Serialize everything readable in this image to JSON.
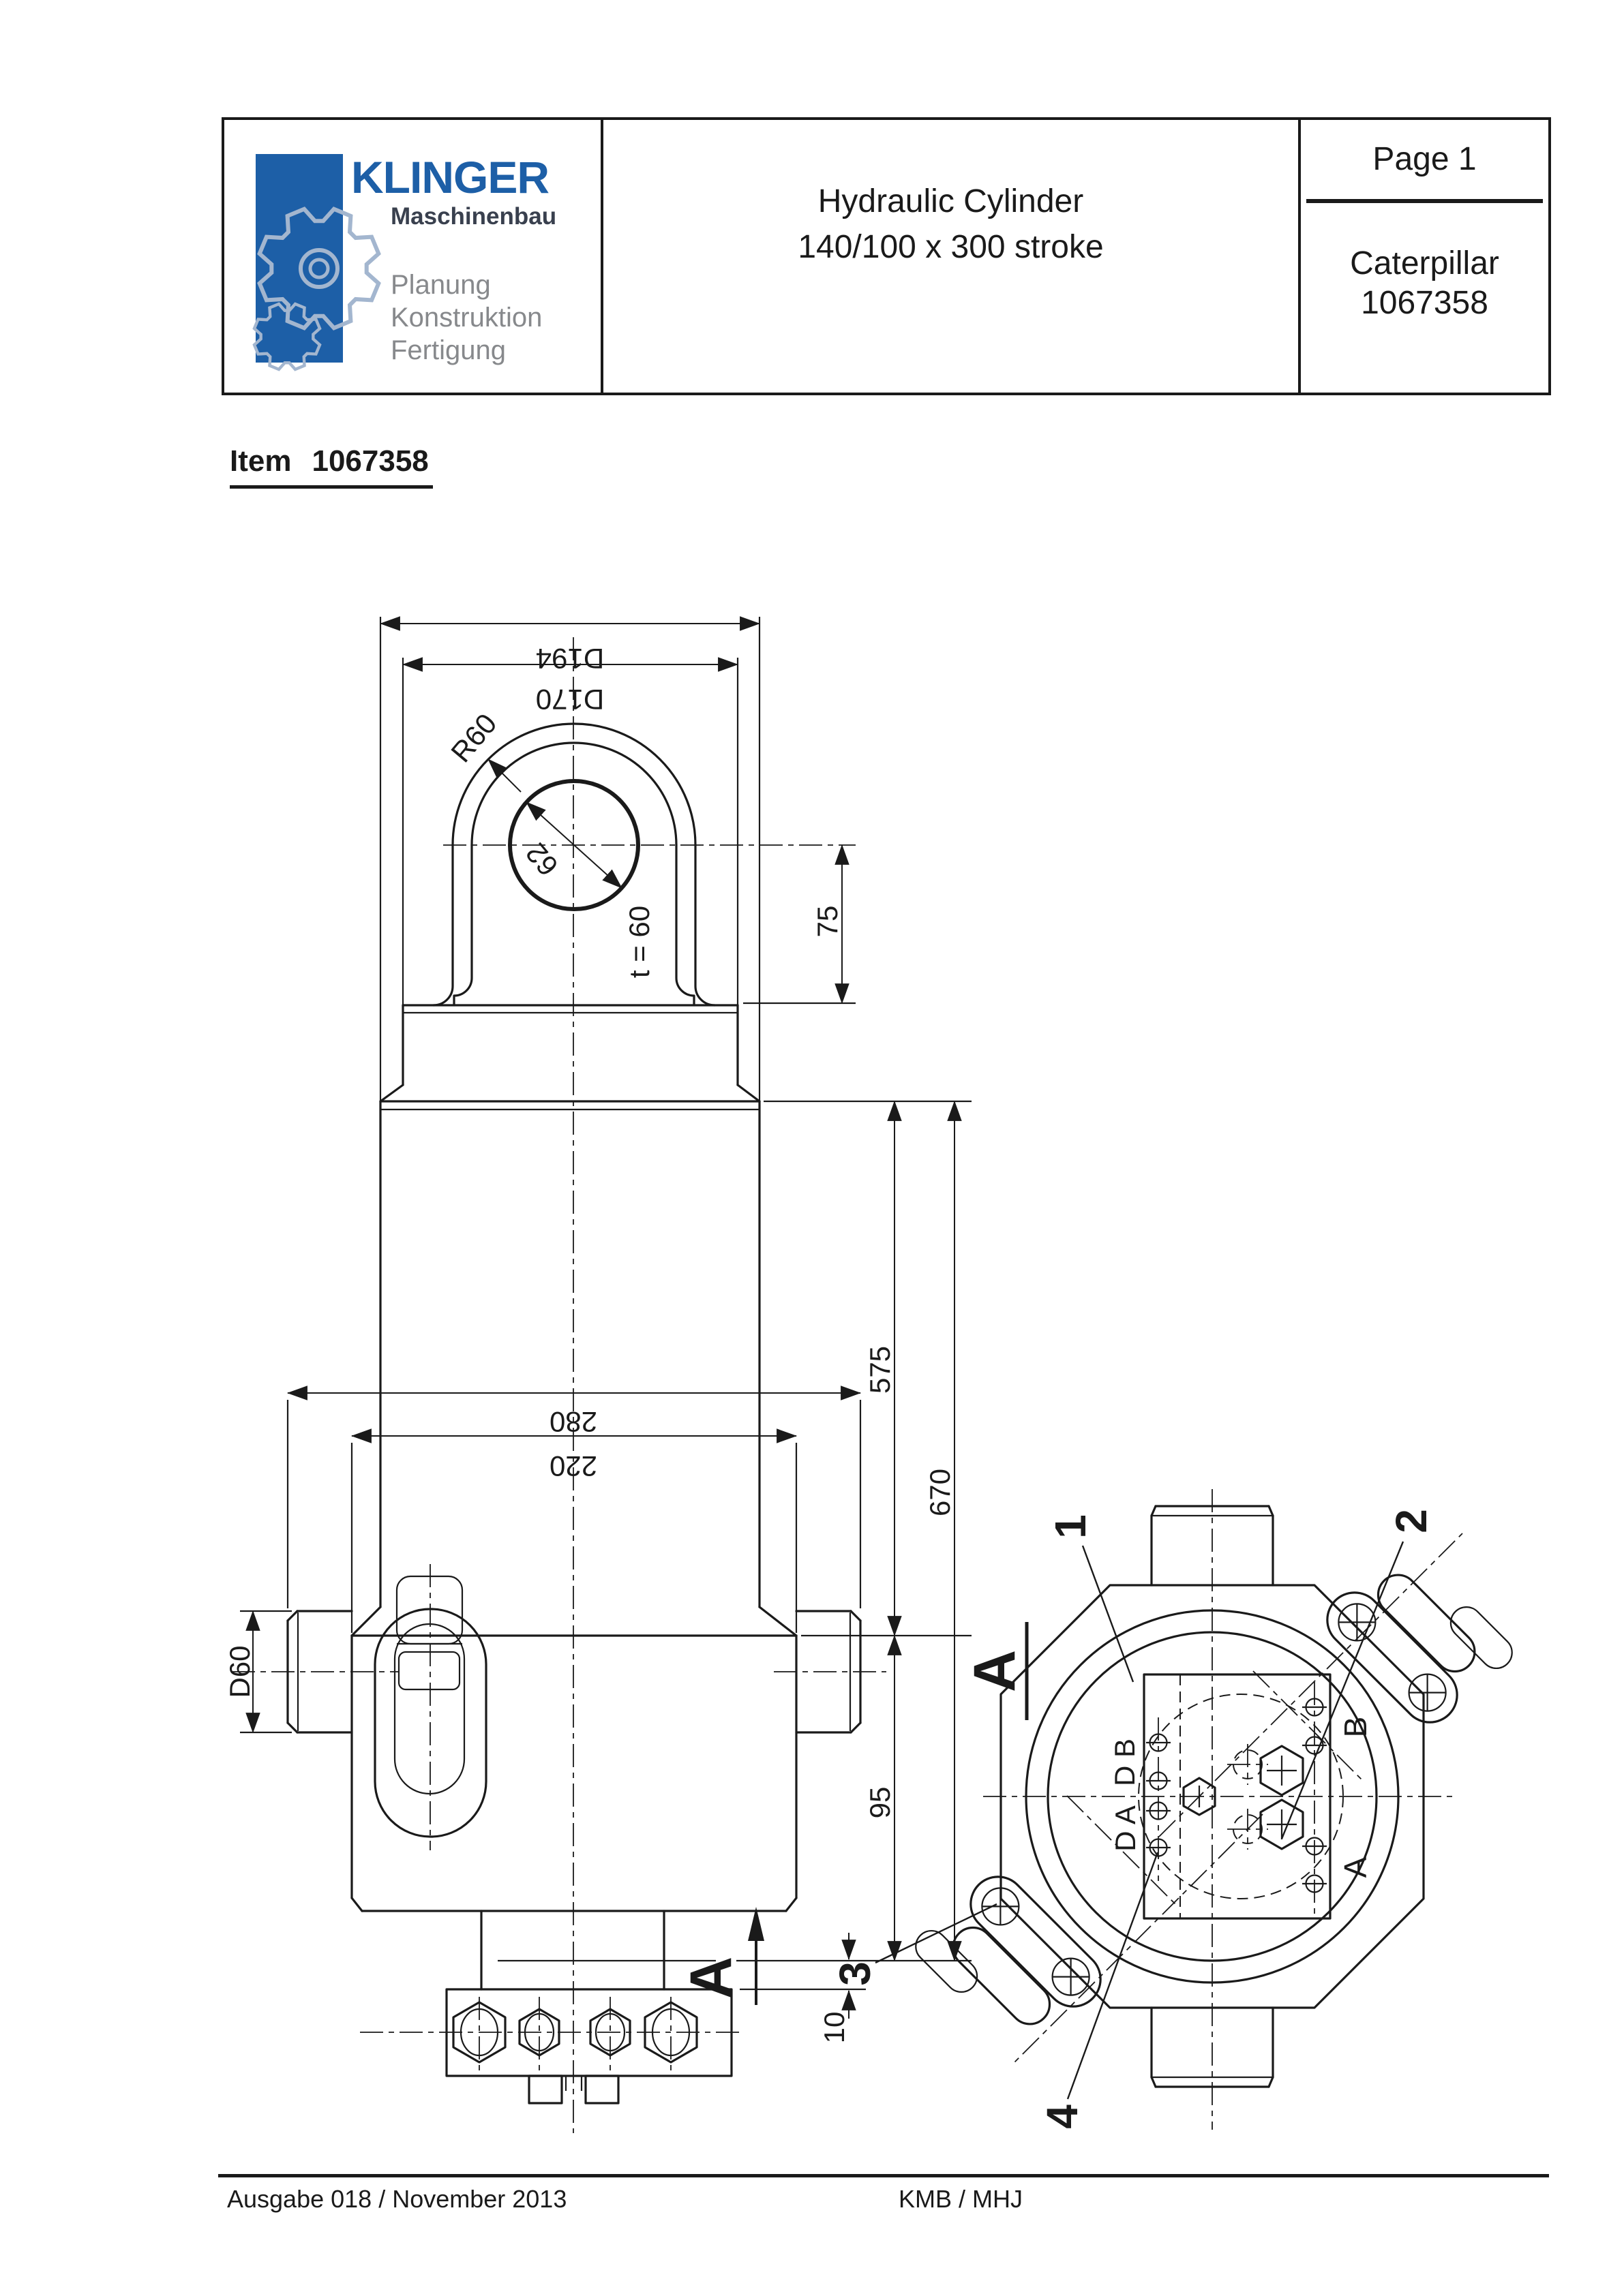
{
  "header": {
    "logo": {
      "brand": "KLINGER",
      "subtitle": "Maschinenbau",
      "services": [
        "Planung",
        "Konstruktion",
        "Fertigung"
      ],
      "blue": "#1d5fa7",
      "dark": "#39404e",
      "gray": "#87898c"
    },
    "title_line1": "Hydraulic Cylinder",
    "title_line2": "140/100 x 300 stroke",
    "page_label": "Page 1",
    "customer": "Caterpillar",
    "part_number": "1067358"
  },
  "item": {
    "label": "Item",
    "number": "1067358"
  },
  "drawing": {
    "dim_d194": "D194",
    "dim_d170": "D170",
    "dim_r60": "R60",
    "dim_bore": "62",
    "dim_thickness": "t = 60",
    "dim_75": "75",
    "dim_575": "575",
    "dim_670": "670",
    "dim_280": "280",
    "dim_220": "220",
    "dim_d60": "D60",
    "dim_95": "95",
    "dim_10": "10",
    "callout_1": "1",
    "callout_2": "2",
    "callout_3": "3",
    "callout_4": "4",
    "section_arrow_label": "A",
    "section_title": "A",
    "port_b": "B",
    "port_a": "A",
    "port_db": "D B",
    "port_da": "D A"
  },
  "footer": {
    "left": "Ausgabe 018 / November 2013",
    "center": "KMB / MHJ"
  }
}
